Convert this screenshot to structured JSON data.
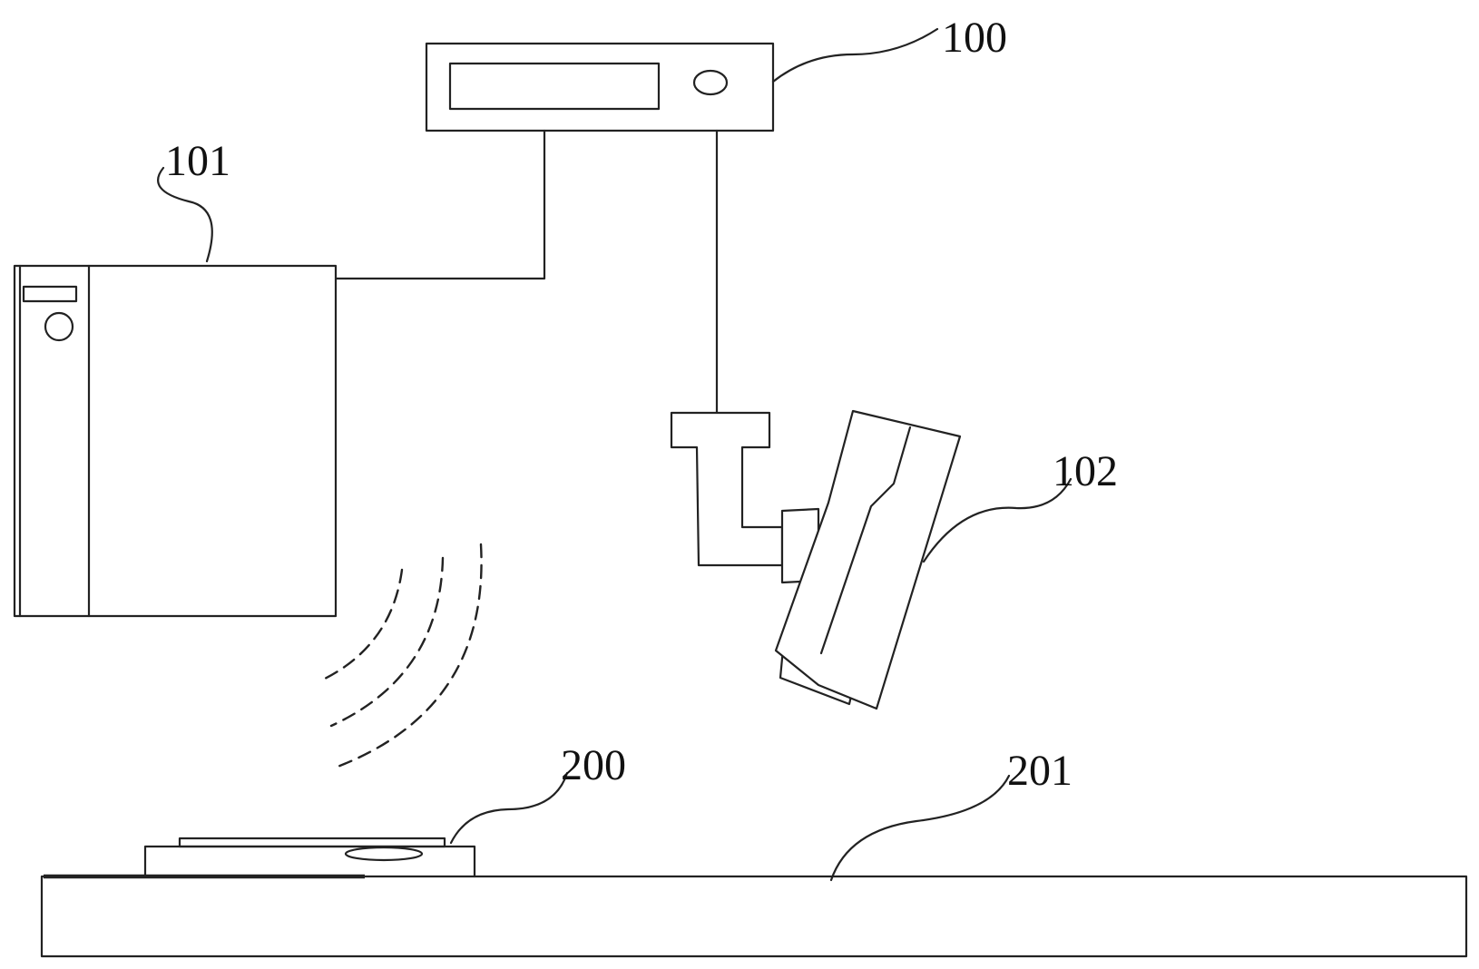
{
  "labels": {
    "controller": "100",
    "computer": "101",
    "camera": "102",
    "device": "200",
    "table": "201"
  }
}
